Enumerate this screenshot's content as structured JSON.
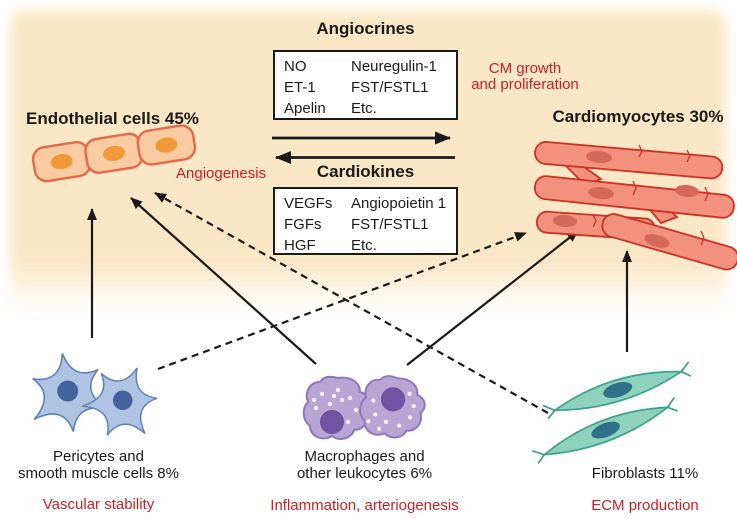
{
  "figure": {
    "angiocrines": {
      "title": "Angiocrines",
      "left_items": [
        "NO",
        "ET-1",
        "Apelin"
      ],
      "right_items": [
        "Neuregulin-1",
        "FST/FSTL1",
        "Etc."
      ]
    },
    "cardiokines": {
      "title": "Cardiokines",
      "left_items": [
        "VEGFs",
        "FGFs",
        "HGF"
      ],
      "right_items": [
        "Angiopoietin 1",
        "FST/FSTL1",
        "Etc."
      ]
    },
    "labels": {
      "cm_growth_line1": "CM growth",
      "cm_growth_line2": "and proliferation",
      "angiogenesis": "Angiogenesis",
      "endothelial": "Endothelial cells 45%",
      "cardiomyocytes": "Cardiomyocytes 30%",
      "pericytes_line1": "Pericytes and",
      "pericytes_line2": "smooth muscle cells 8%",
      "pericytes_function": "Vascular stability",
      "macrophages_line1": "Macrophages and",
      "macrophages_line2": "other leukocytes 6%",
      "macrophages_function": "Inflammation, arteriogenesis",
      "fibroblasts": "Fibroblasts 11%",
      "fibroblasts_function": "ECM production"
    },
    "colors": {
      "background_panel": "#FAE7C6",
      "accent_red": "#CB2026",
      "text_black": "#1A1A1A",
      "arrow_black": "#1A1A1A",
      "endothelial_fill": "#F8CBA0",
      "endothelial_stroke": "#E4694A",
      "endothelial_nucleus": "#F0993B",
      "cardiomyocyte_fill": "#F2917D",
      "cardiomyocyte_stroke": "#CC3226",
      "cardiomyocyte_nucleus": "#D4685B",
      "pericyte_fill": "#AEC4E2",
      "pericyte_stroke": "#5F80B8",
      "pericyte_nucleus": "#44639D",
      "macrophage_fill": "#B9A5D4",
      "macrophage_stroke": "#8F76BC",
      "macrophage_nucleus": "#6F54A4",
      "fibroblast_fill": "#8FD2BC",
      "fibroblast_stroke": "#3FA08E",
      "fibroblast_nucleus": "#31708B"
    }
  }
}
